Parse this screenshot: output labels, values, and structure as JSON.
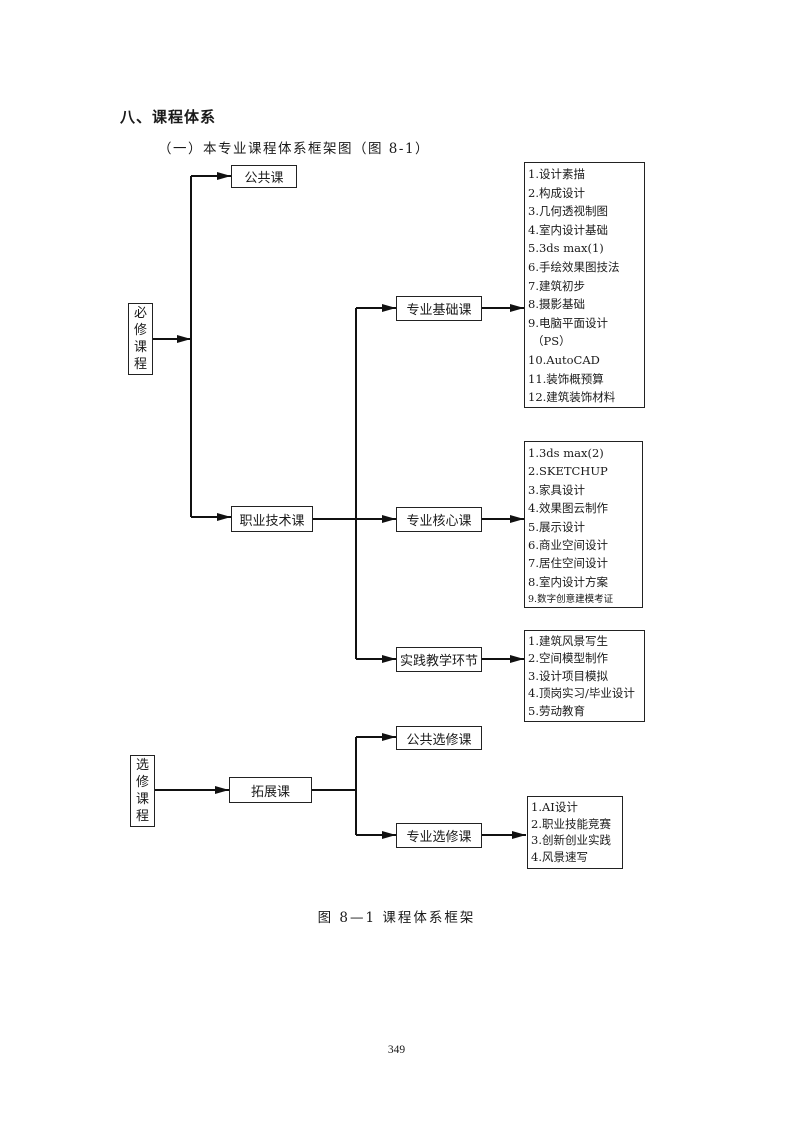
{
  "heading": "八、课程体系",
  "subheading": "（一）本专业课程体系框架图（图 8-1）",
  "caption": "图 8—1   课程体系框架",
  "page_number": "349",
  "diagram": {
    "required": {
      "chars": [
        "必",
        "修",
        "课",
        "程"
      ],
      "public_course": "公共课",
      "vocational_course": "职业技术课",
      "branches": {
        "foundation": "专业基础课",
        "core": "专业核心课",
        "practice": "实践教学环节"
      },
      "foundation_items": [
        "1.设计素描",
        "2.构成设计",
        "3.几何透视制图",
        "4.室内设计基础",
        "5.3ds max(1)",
        "6.手绘效果图技法",
        "7.建筑初步",
        "8.摄影基础",
        "9.电脑平面设计",
        "（PS）",
        "10.AutoCAD",
        "11.装饰概预算",
        "12.建筑装饰材料"
      ],
      "core_items": [
        "1.3ds max(2)",
        "2.SKETCHUP",
        "3.家具设计",
        "4.效果图云制作",
        "5.展示设计",
        "6.商业空间设计",
        "7.居住空间设计",
        "8.室内设计方案",
        "9.数字创意建模考证"
      ],
      "practice_items": [
        "1.建筑风景写生",
        "2.空间模型制作",
        "3.设计项目模拟",
        "4.顶岗实习/毕业设计",
        "5.劳动教育"
      ]
    },
    "elective": {
      "chars": [
        "选",
        "修",
        "课",
        "程"
      ],
      "extension_course": "拓展课",
      "public_elective": "公共选修课",
      "major_elective": "专业选修课",
      "major_elective_items": [
        "1.AI设计",
        "2.职业技能竞赛",
        "3.创新创业实践",
        "4.风景速写"
      ]
    }
  }
}
